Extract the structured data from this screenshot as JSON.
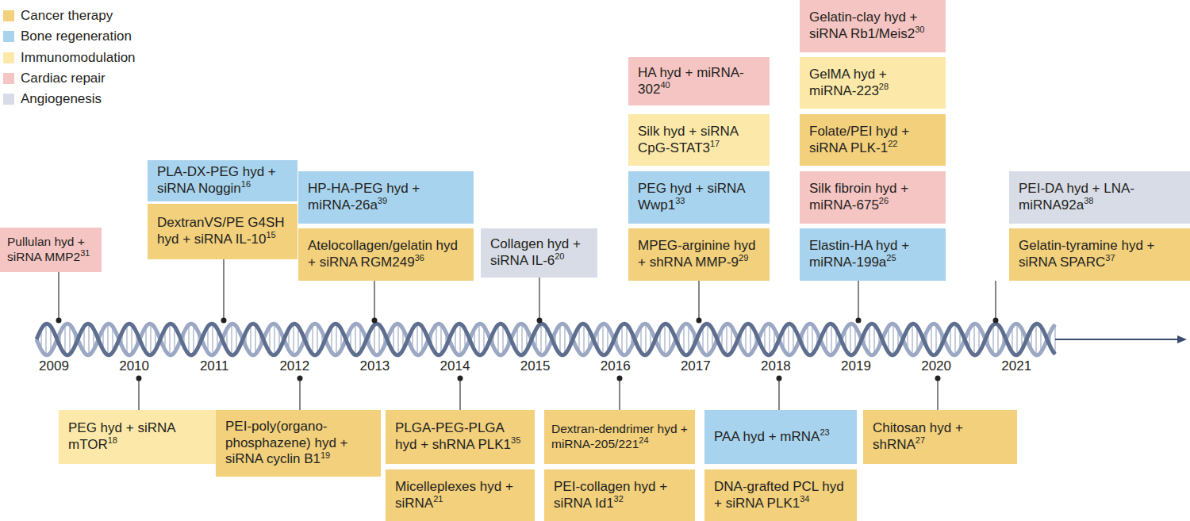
{
  "diagram": {
    "nodes": [
      {
        "text": [
          "Pullulan hyd + siRNA MMP2",
          "31"
        ]
      },
      {
        "text": [
          "PLA-DX-PEG hyd + siRNA Noggin",
          "16"
        ]
      },
      {
        "text": [
          "DextranVS/PE G4SH hyd + siRNA IL-10",
          "15"
        ]
      },
      {
        "text": [
          "HP-HA-PEG hyd + miRNA-26a",
          "39"
        ]
      },
      {
        "text": [
          "Atelocollagen/gelatin hyd + siRNA RGM249",
          "36"
        ]
      },
      {
        "text": [
          "Collagen hyd + siRNA IL-6",
          "20"
        ]
      },
      {
        "text": [
          "HA hyd + miRNA-302",
          "40"
        ]
      },
      {
        "text": [
          "Silk hyd + siRNA CpG-STAT3",
          "17"
        ]
      },
      {
        "text": [
          "PEG hyd + siRNA Wwp1",
          "33"
        ]
      },
      {
        "text": [
          "MPEG-arginine hyd + shRNA MMP-9",
          "29"
        ]
      },
      {
        "text": [
          "Gelatin-clay hyd + siRNA Rb1/Meis2",
          "30"
        ]
      },
      {
        "text": [
          "GelMA hyd + miRNA-223",
          "28"
        ]
      },
      {
        "text": [
          "Folate/PEI hyd + siRNA PLK-1",
          "22"
        ]
      },
      {
        "text": [
          "Silk fibroin hyd + miRNA-675",
          "26"
        ]
      },
      {
        "text": [
          "Elastin-HA hyd + miRNA-199a",
          "25"
        ]
      },
      {
        "text": [
          "PEI-DA hyd + LNA-miRNA92a",
          "38"
        ]
      },
      {
        "text": [
          "Gelatin-tyramine hyd + siRNA SPARC",
          "37"
        ]
      },
      {
        "text": [
          "PEG hyd + siRNA mTOR",
          "18"
        ]
      },
      {
        "text": [
          "PEI-poly(organo- phosphazene) hyd + siRNA cyclin B1",
          "19"
        ]
      },
      {
        "text": [
          "PLGA-PEG-PLGA hyd + shRNA PLK1",
          "35"
        ]
      },
      {
        "text": [
          "Micelleplexes hyd + siRNA",
          "21"
        ]
      },
      {
        "text": [
          "Dextran-dendrimer hyd + miRNA-205/221",
          "24"
        ]
      },
      {
        "text": [
          "PEI-collagen hyd + siRNA Id1",
          "32"
        ]
      },
      {
        "text": [
          "PAA hyd + mRNA",
          "23"
        ]
      },
      {
        "text": [
          "DNA-grafted PCL hyd + siRNA PLK1",
          "34"
        ]
      },
      {
        "text": [
          "Chitosan hyd + shRNA",
          "27"
        ]
      }
    ],
    "labels": [
      "2009",
      "2010",
      "2011",
      "2012",
      "2013",
      "2014",
      "2015",
      "2016",
      "2017",
      "2018",
      "2019",
      "2020",
      "2021"
    ],
    "legend": [
      {
        "text": "Cancer therapy",
        "color": "#f2d07c"
      },
      {
        "text": "Bone regeneration",
        "color": "#a8d3ee"
      },
      {
        "text": "Immunomodulation",
        "color": "#fce9a9"
      },
      {
        "text": "Cardiac repair",
        "color": "#f5c5c3"
      },
      {
        "text": "Angiogenesis",
        "color": "#d8dce6"
      }
    ]
  }
}
